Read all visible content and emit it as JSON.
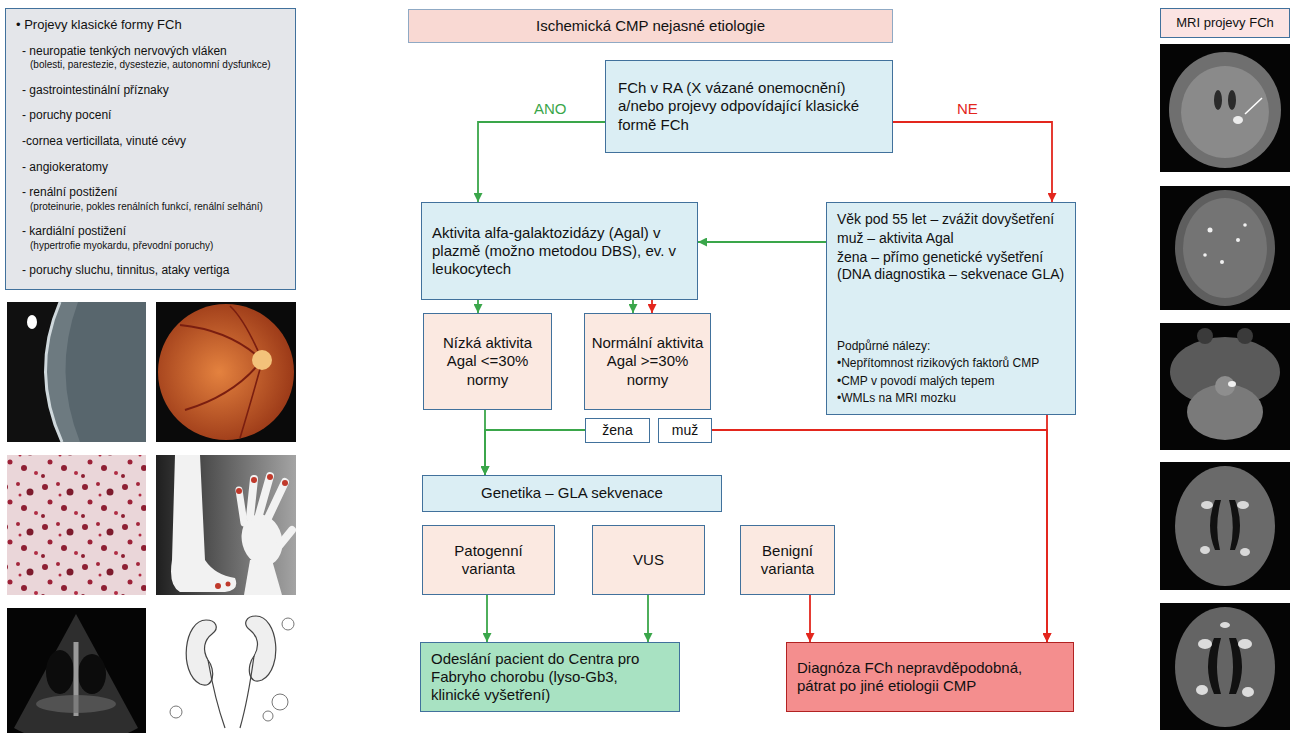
{
  "diagram": {
    "nodes": [
      {
        "text": [
          "• Projevy klasické formy FCh",
          "- neuropatie tenkých nervových vláken",
          "(bolesti, parestezie, dysestezie, autonomní dysfunkce)",
          "- gastrointestinální příznaky",
          "- poruchy pocení",
          "-cornea verticillata, vinuté cévy",
          "- angiokeratomy",
          "- renální postižení",
          "(proteinurie, pokles renálních funkcí, renální selhání)",
          "- kardiální postižení",
          "(hypertrofie myokardu, převodní poruchy)",
          "- poruchy sluchu, tinnitus, ataky vertiga"
        ]
      },
      {
        "text": [
          "Ischemická CMP nejasné etiologie"
        ]
      },
      {
        "text": [
          "FCh v RA (X vázané onemocnění) a/nebo projevy odpovídající klasické formě FCh"
        ]
      },
      {
        "text": [
          "Aktivita alfa-galaktozidázy (Agal) v plazmě (možno metodou DBS), ev. v leukocytech"
        ]
      },
      {
        "text": [
          "Věk pod 55 let – zvážit dovyšetření",
          "muž – aktivita Agal",
          "žena – přímo genetické vyšetření (DNA diagnostika – sekvenace GLA)",
          "Podpůrné nálezy:",
          "•Nepřítomnost rizikových faktorů CMP",
          "•CMP v povodí malých tepem",
          "•WMLs na MRI mozku"
        ]
      },
      {
        "text": [
          "Nízká aktivita Agal <=30% normy"
        ]
      },
      {
        "text": [
          "Normální aktivita Agal >=30% normy"
        ]
      },
      {
        "text": [
          "žena"
        ]
      },
      {
        "text": [
          "muž"
        ]
      },
      {
        "text": [
          "Genetika – GLA sekvenace"
        ]
      },
      {
        "text": [
          "Patogenní varianta"
        ]
      },
      {
        "text": [
          "VUS"
        ]
      },
      {
        "text": [
          "Benigní varianta"
        ]
      },
      {
        "text": [
          "Odeslání pacient do Centra pro Fabryho chorobu (lyso-Gb3, klinické vyšetření)"
        ]
      },
      {
        "text": [
          "Diagnóza FCh nepravděpodobná, pátrat po jiné etiologii CMP"
        ]
      },
      {
        "text": [
          "MRI projevy FCh"
        ]
      }
    ],
    "edges": [
      {
        "from": 2,
        "to": 3,
        "arrow": "to",
        "label": "ANO"
      },
      {
        "from": 2,
        "to": 4,
        "arrow": "to",
        "label": "NE"
      },
      {
        "from": 4,
        "to": 3,
        "arrow": "to"
      },
      {
        "from": 3,
        "to": 5,
        "arrow": "to"
      },
      {
        "from": 3,
        "to": 6,
        "arrow": "to"
      },
      {
        "from": 3,
        "to": 6,
        "arrow": "to"
      },
      {
        "from": 5,
        "to": 9,
        "arrow": "to"
      },
      {
        "from": 7,
        "to": 9,
        "arrow": "to"
      },
      {
        "from": 8,
        "to": 14,
        "arrow": "to"
      },
      {
        "from": 4,
        "to": 14,
        "arrow": "to"
      },
      {
        "from": 10,
        "to": 13,
        "arrow": "to"
      },
      {
        "from": 11,
        "to": 13,
        "arrow": "to"
      },
      {
        "from": 12,
        "to": 14,
        "arrow": "to"
      }
    ]
  }
}
